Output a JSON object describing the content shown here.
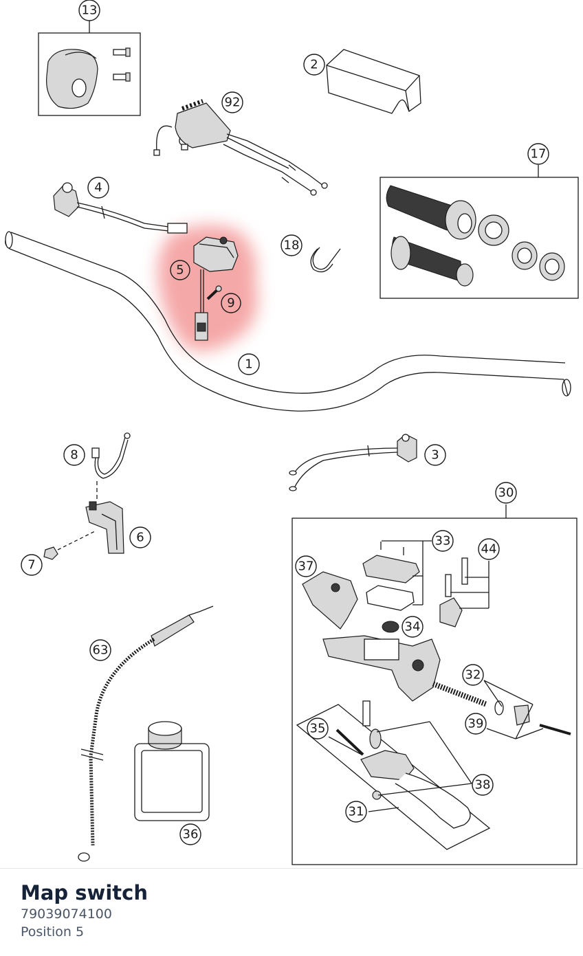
{
  "callouts": {
    "c1": "1",
    "c2": "2",
    "c3": "3",
    "c4": "4",
    "c5": "5",
    "c6": "6",
    "c7": "7",
    "c8": "8",
    "c9": "9",
    "c13": "13",
    "c17": "17",
    "c18": "18",
    "c30": "30",
    "c31": "31",
    "c32": "32",
    "c33": "33",
    "c34": "34",
    "c35": "35",
    "c36": "36",
    "c37": "37",
    "c38": "38",
    "c39": "39",
    "c44": "44",
    "c63": "63",
    "c92": "92"
  },
  "highlight": {
    "color": "#f28b8b",
    "selected_position": "5"
  },
  "part": {
    "name": "Map switch",
    "number": "79039074100",
    "position": "Position 5"
  }
}
